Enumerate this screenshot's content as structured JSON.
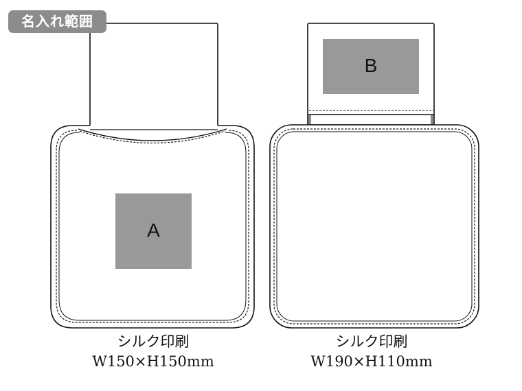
{
  "badge": {
    "label": "名入れ範囲"
  },
  "items": [
    {
      "area_label": "A",
      "method": "シルク印刷",
      "size": "W150×H150mm"
    },
    {
      "area_label": "B",
      "method": "シルク印刷",
      "size": "W190×H110mm"
    }
  ],
  "colors": {
    "print_area": "#999999",
    "badge_bg": "#8c8c8c",
    "outline": "#111111"
  }
}
